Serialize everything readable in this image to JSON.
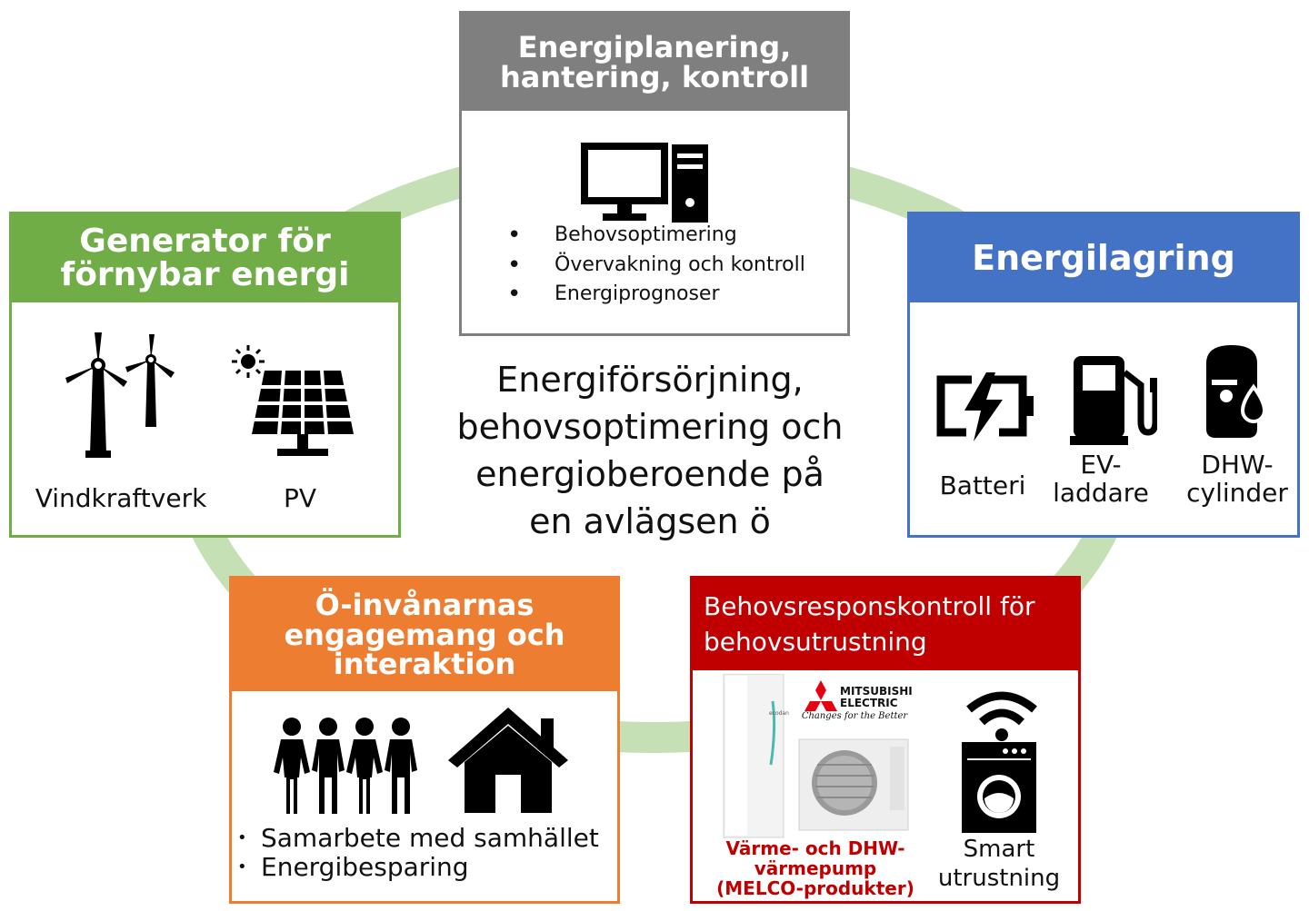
{
  "center_text": [
    "Energiförsörjning,",
    "behovsoptimering och",
    "energioberoende på",
    "en avlägsen ö"
  ],
  "planning": {
    "title": [
      "Energiplanering,",
      "hantering, kontroll"
    ],
    "bullets": [
      "Behovsoptimering",
      "Övervakning och kontroll",
      "Energiprognoser"
    ],
    "icon": "computer-icon"
  },
  "generator": {
    "title": [
      "Generator för",
      "förnybar energi"
    ],
    "items": [
      {
        "label": "Vindkraftverk",
        "icon": "wind-turbine-icon"
      },
      {
        "label": "PV",
        "icon": "solar-panel-icon"
      }
    ]
  },
  "storage": {
    "title": "Energilagring",
    "items": [
      {
        "label": "Batteri",
        "icon": "battery-icon"
      },
      {
        "label": [
          "EV-",
          "laddare"
        ],
        "icon": "ev-charger-icon"
      },
      {
        "label": [
          "DHW-",
          "cylinder"
        ],
        "icon": "water-cylinder-icon"
      }
    ]
  },
  "residents": {
    "title": [
      "Ö-invånarnas",
      "engagemang och",
      "interaktion"
    ],
    "bullets": [
      "Samarbete med samhället",
      "Energibesparing"
    ],
    "icons": [
      "people-icon",
      "house-icon"
    ]
  },
  "demand": {
    "title": [
      "Behovsresponskontroll för",
      "behovsutrustning"
    ],
    "brand": {
      "name_line1": "MITSUBISHI",
      "name_line2": "ELECTRIC",
      "tagline": "Changes for the Better",
      "unit_label": "ecodan"
    },
    "product_caption": [
      "Värme- och DHW-",
      "värmepump",
      "(MELCO-produkter)"
    ],
    "smart_label": [
      "Smart",
      "utrustning"
    ],
    "icons": [
      "heat-pump-icon",
      "wifi-icon",
      "washing-machine-icon"
    ]
  },
  "colors": {
    "ring": "#c5e0b4",
    "planning": "#7f7f7f",
    "generator": "#70ad47",
    "storage": "#4472c4",
    "residents": "#ed7d31",
    "demand": "#c00000"
  }
}
